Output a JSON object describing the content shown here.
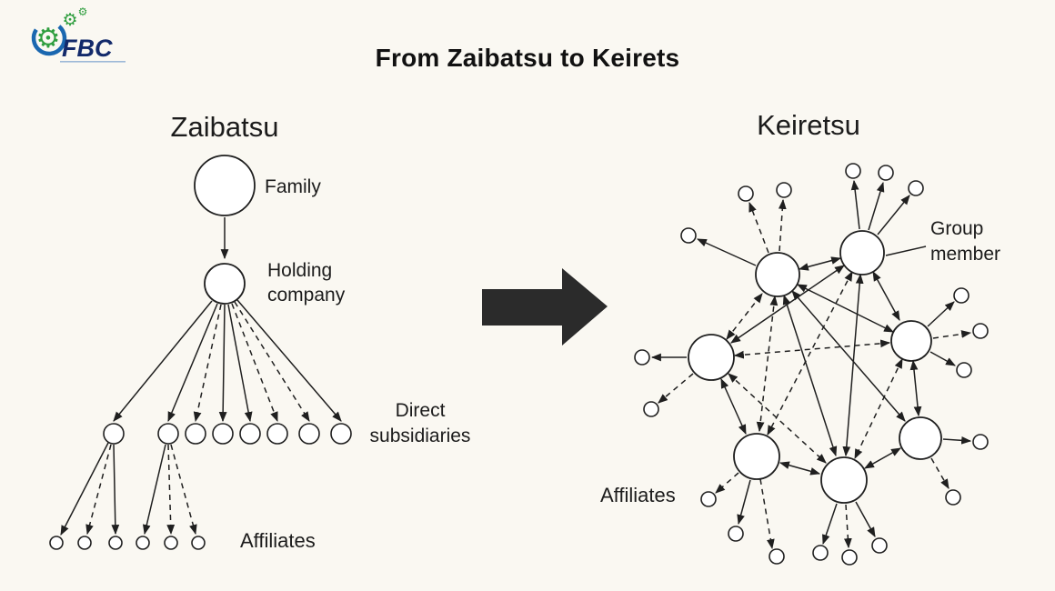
{
  "page": {
    "title": "From Zaibatsu to Keirets",
    "background_color": "#FAF8F2",
    "ink_color": "#1f1f1f"
  },
  "logo": {
    "text": "FBC",
    "gear_glyph": "⚙",
    "colors": {
      "gear": "#2f9e3f",
      "swoosh": "#1a67B0",
      "text": "#132a6b"
    }
  },
  "zaibatsu": {
    "title": "Zaibatsu",
    "labels": {
      "family": "Family",
      "holding_line1": "Holding",
      "holding_line2": "company",
      "subsidiaries_line1": "Direct",
      "subsidiaries_line2": "subsidiaries",
      "affiliates": "Affiliates"
    }
  },
  "keiretsu": {
    "title": "Keiretsu",
    "labels": {
      "group_member_line1": "Group",
      "group_member_line2": "member",
      "affiliates": "Affiliates"
    }
  }
}
